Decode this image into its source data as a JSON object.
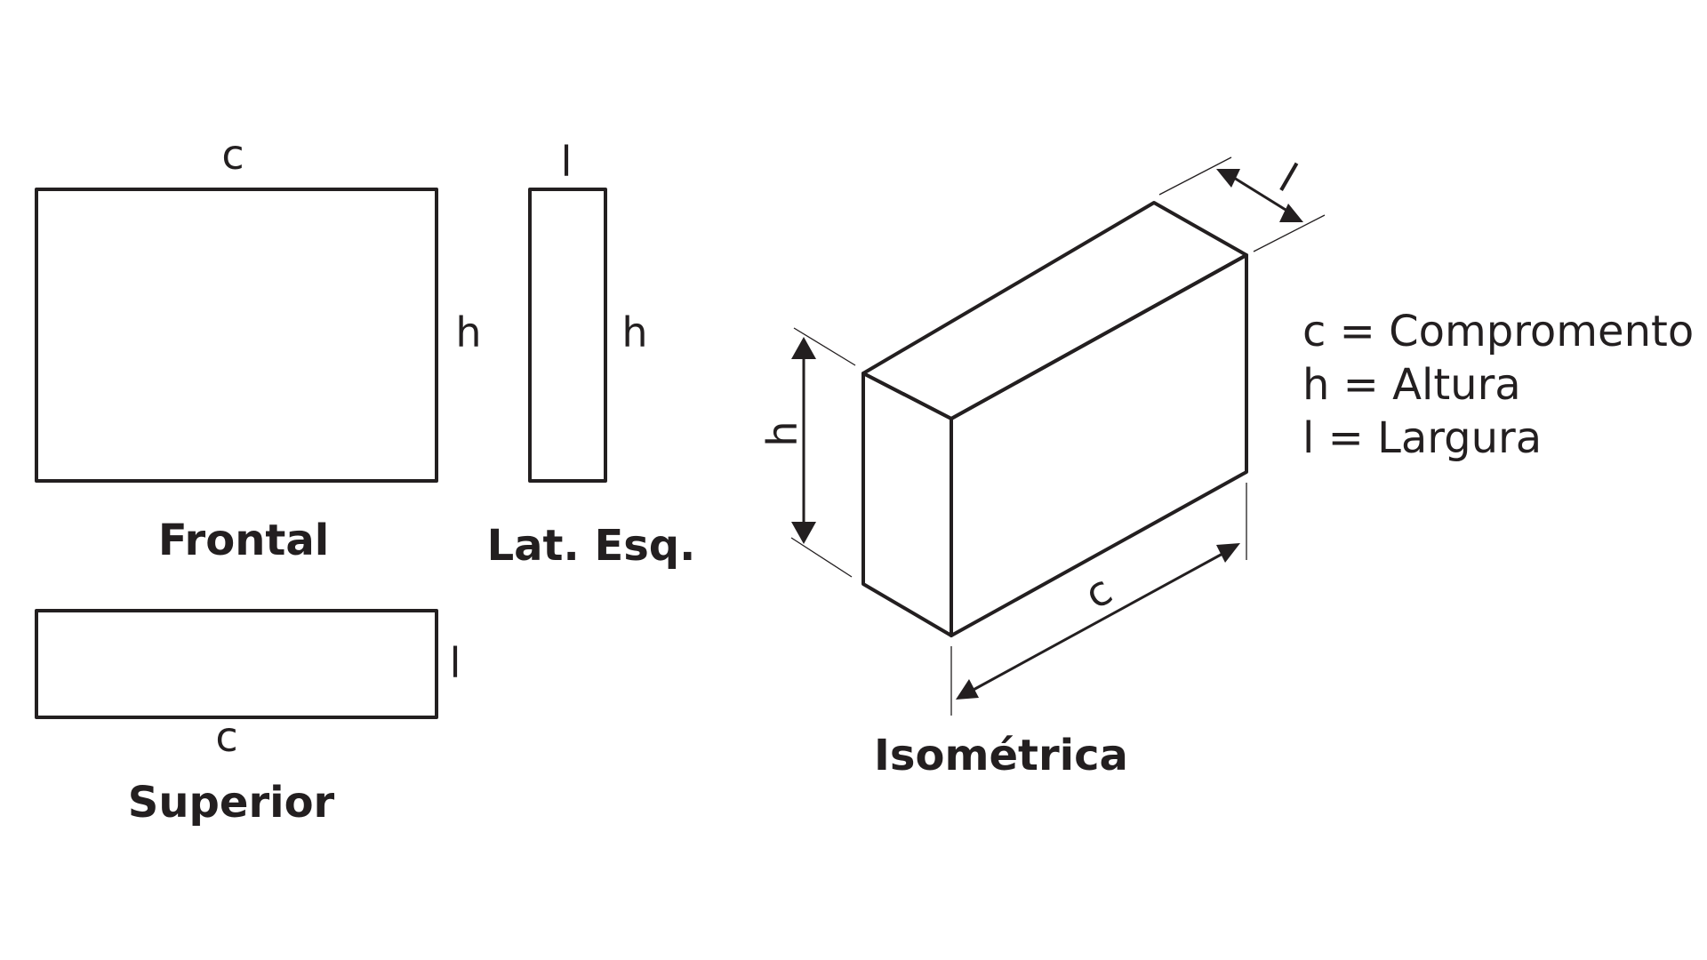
{
  "views": {
    "frontal": {
      "caption": "Frontal",
      "width_label": "c",
      "height_label": "h"
    },
    "lateral": {
      "caption": "Lat. Esq.",
      "width_label": "l",
      "height_label": "h"
    },
    "superior": {
      "caption": "Superior",
      "width_label": "c",
      "depth_label": "l"
    },
    "isometric": {
      "caption": "Isométrica",
      "height_label": "h",
      "length_label": "c",
      "width_label": "l"
    }
  },
  "legend": [
    "c = Compromento",
    "h = Altura",
    "l = Largura"
  ],
  "colors": {
    "ink": "#231f20",
    "background": "#ffffff"
  }
}
